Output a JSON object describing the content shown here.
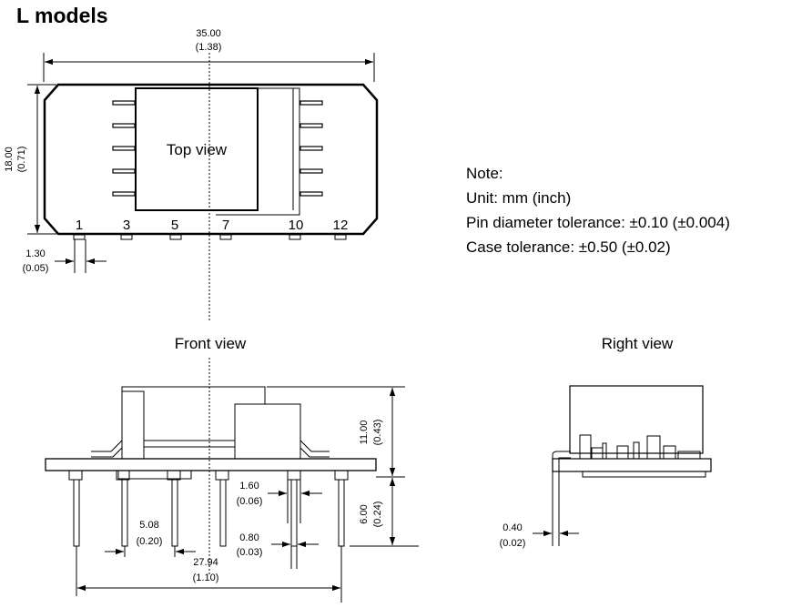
{
  "title": "L models",
  "top_view": {
    "label": "Top view",
    "width_mm": "35.00",
    "width_in": "(1.38)",
    "height_mm": "18.00",
    "height_in": "(0.71)",
    "pitch_mm": "1.30",
    "pitch_in": "(0.05)",
    "pins": [
      "1",
      "3",
      "5",
      "7",
      "10",
      "12"
    ]
  },
  "note": {
    "heading": "Note:",
    "lines": [
      "Unit: mm (inch)",
      "Pin diameter tolerance: ±0.10 (±0.004)",
      "Case tolerance: ±0.50 (±0.02)"
    ]
  },
  "front_view": {
    "label": "Front view",
    "height_mm": "11.00",
    "height_in": "(0.43)",
    "pin_length_mm": "6.00",
    "pin_length_in": "(0.24)",
    "pin_pitch_mm": "5.08",
    "pin_pitch_in": "(0.20)",
    "span_mm": "27.94",
    "span_in": "(1.10)",
    "standoff_mm": "1.60",
    "standoff_in": "(0.06)",
    "pin_dia_mm": "0.80",
    "pin_dia_in": "(0.03)"
  },
  "right_view": {
    "label": "Right view",
    "thickness_mm": "0.40",
    "thickness_in": "(0.02)"
  }
}
